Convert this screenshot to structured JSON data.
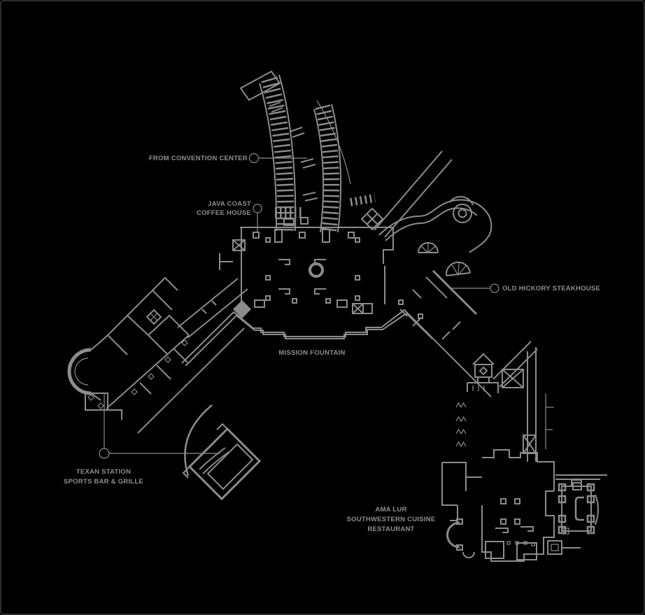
{
  "canvas": {
    "background": "#000000",
    "border_color": "#2d2d2d",
    "line_color": "#8c8c8c",
    "text_color": "#8f8f8f"
  },
  "map": {
    "labels": {
      "convention": {
        "text": "FROM CONVENTION CENTER"
      },
      "java_coast": {
        "line1": "JAVA COAST",
        "line2": "COFFEE HOUSE"
      },
      "old_hickory": {
        "text": "OLD HICKORY STEAKHOUSE"
      },
      "mission_fountain": {
        "text": "MISSION FOUNTAIN"
      },
      "texan_station": {
        "line1": "TEXAN STATION",
        "line2": "SPORTS BAR & GRILLE"
      },
      "ama_lur": {
        "line1": "AMA LUR",
        "line2": "SOUTHWESTERN CUISINE",
        "line3": "RESTAURANT"
      }
    }
  }
}
